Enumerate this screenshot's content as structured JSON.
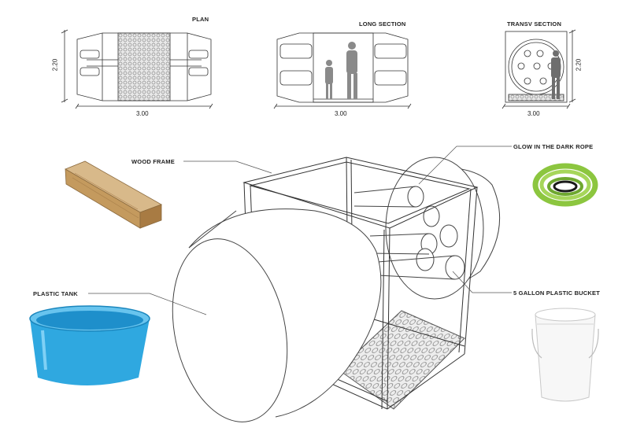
{
  "drawings": {
    "plan": {
      "title": "PLAN",
      "width_dim": "3.00",
      "height_dim": "2.20"
    },
    "long_section": {
      "title": "LONG SECTION",
      "width_dim": "3.00"
    },
    "transv_section": {
      "title": "TRANSV SECTION",
      "width_dim": "3.00",
      "height_dim": "2.20"
    }
  },
  "callouts": {
    "wood_frame": "WOOD FRAME",
    "glow_rope": "GLOW IN THE DARK ROPE",
    "plastic_tank": "PLASTIC TANK",
    "bucket": "5 GALLON PLASTIC BUCKET"
  },
  "colors": {
    "line": "#333333",
    "tank_blue": "#2fa8e0",
    "rope_green": "#8cc63f",
    "wood": "#c9a36a",
    "mesh": "#bdbdbd"
  }
}
